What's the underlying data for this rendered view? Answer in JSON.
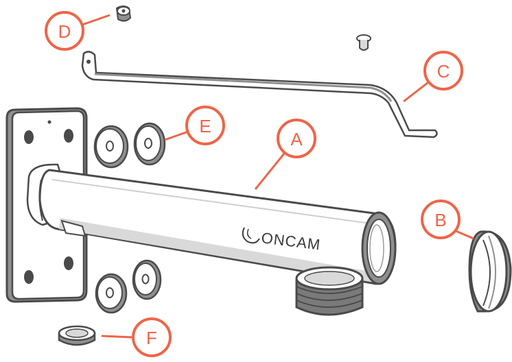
{
  "brand": {
    "name": "ONCAM"
  },
  "colors": {
    "accent": "#ee6548",
    "outline": "#4a4a4a",
    "part_fill": "#ffffff",
    "shadow": "#8f8f8f",
    "background": "#ffffff"
  },
  "callouts": [
    {
      "id": "A",
      "label": "A"
    },
    {
      "id": "B",
      "label": "B"
    },
    {
      "id": "C",
      "label": "C"
    },
    {
      "id": "D",
      "label": "D"
    },
    {
      "id": "E",
      "label": "E"
    },
    {
      "id": "F",
      "label": "F"
    }
  ]
}
